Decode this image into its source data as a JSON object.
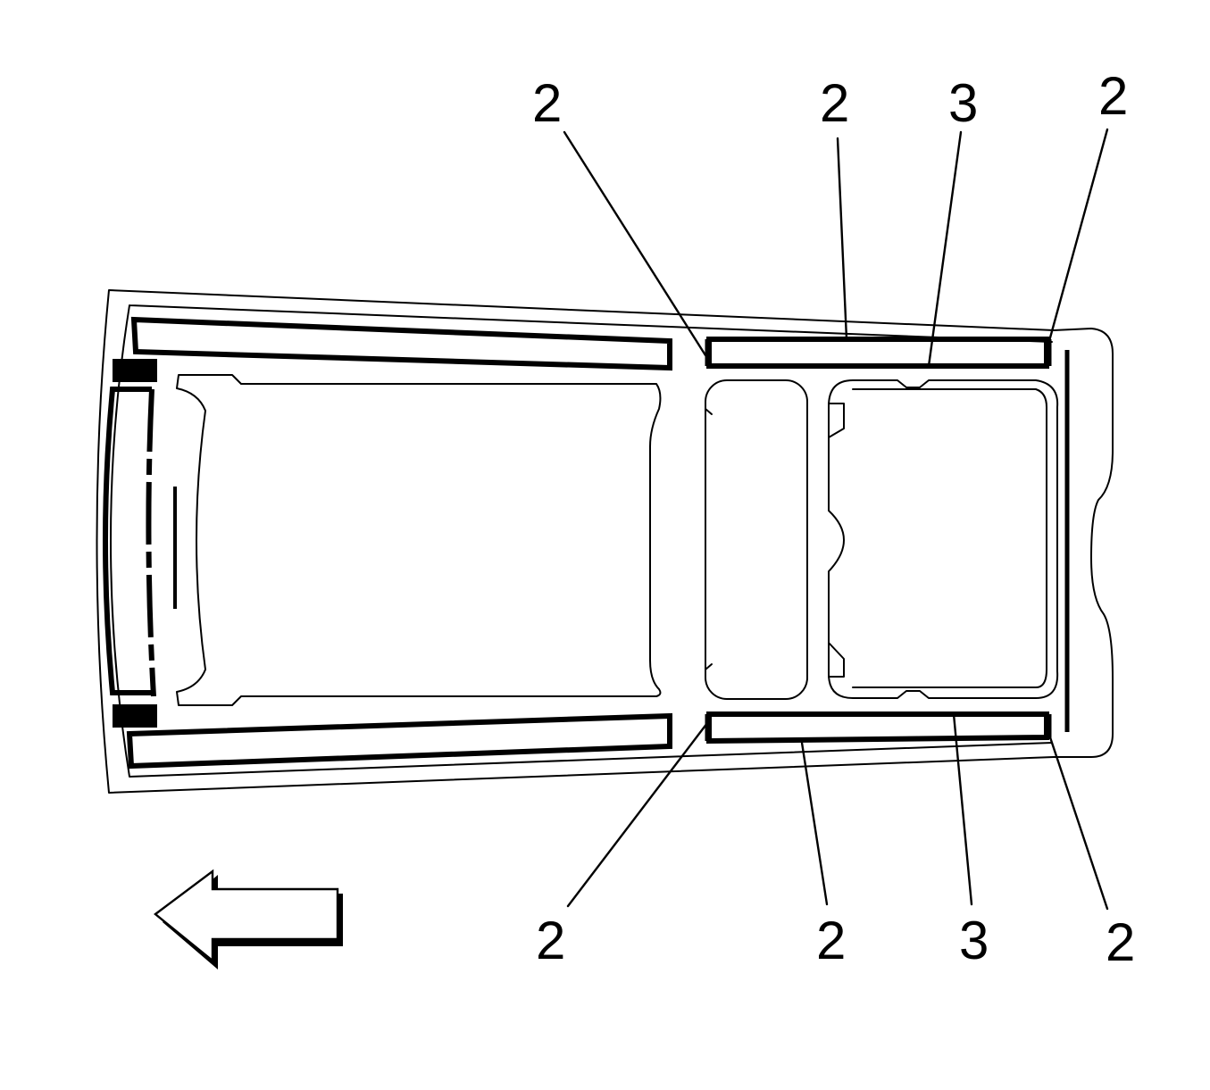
{
  "callouts": {
    "top": [
      "2",
      "2",
      "3",
      "2"
    ],
    "bottom": [
      "2",
      "2",
      "3",
      "2"
    ]
  },
  "icons": {
    "direction_arrow": "arrow-left-icon"
  }
}
